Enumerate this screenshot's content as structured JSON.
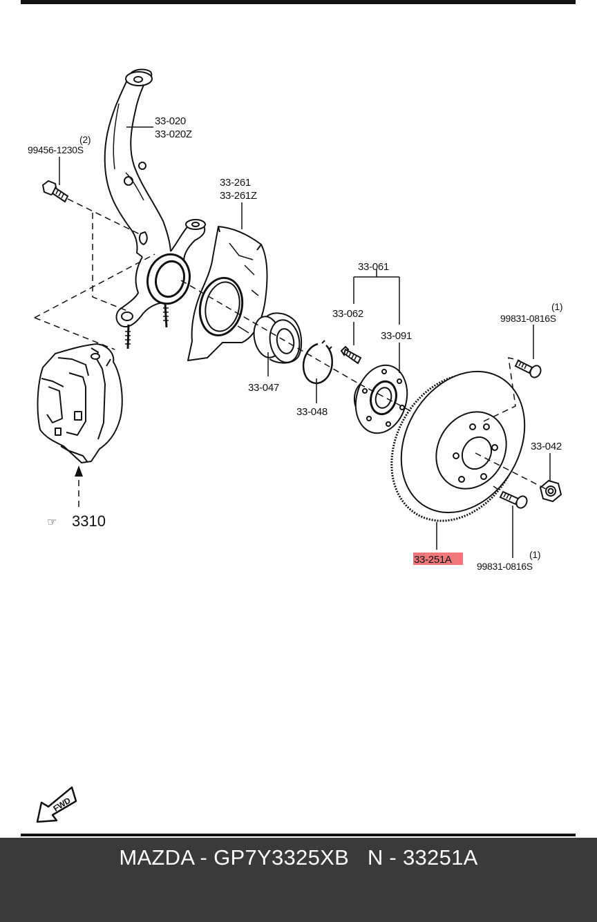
{
  "colors": {
    "highlight": "#f0787a",
    "line": "#111111",
    "footer_bg": "#3a3a3a",
    "footer_text": "#ffffff"
  },
  "labels": {
    "knuckle_a": "33-020",
    "knuckle_b": "33-020Z",
    "bolt_qty": "(2)",
    "bolt_part": "99456-1230S",
    "dust_cover_a": "33-261",
    "dust_cover_b": "33-261Z",
    "hub_assembly": "33-061",
    "hub_bolt": "33-062",
    "hub": "33-091",
    "screw_top_qty": "(1)",
    "screw_top_part": "99831-0816S",
    "bearing": "33-047",
    "snap_ring": "33-048",
    "nut": "33-042",
    "caliper_ref_prefix": "☞",
    "caliper_ref": "3310",
    "disc_highlighted": "33-251A",
    "screw_bottom_qty": "(1)",
    "screw_bottom_part": "99831-0816S",
    "fwd": "FWD"
  },
  "footer": {
    "caption": "MAZDA - GP7Y3325XB   N - 33251A"
  }
}
